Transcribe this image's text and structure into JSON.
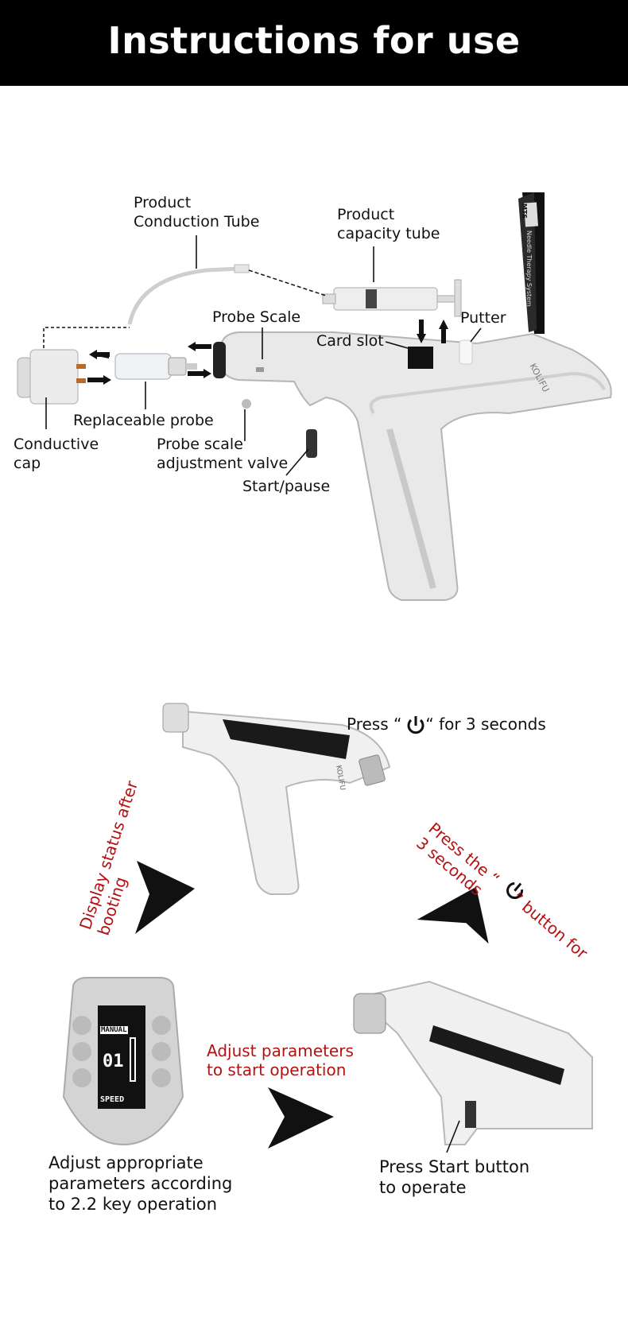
{
  "header": {
    "title": "Instructions for use"
  },
  "diagram1": {
    "labels": {
      "product_conduction_tube": [
        "Product",
        "Conduction Tube"
      ],
      "product_capacity_tube": [
        "Product",
        "capacity tube"
      ],
      "probe_scale": "Probe Scale",
      "putter": "Putter",
      "card_slot": "Card slot",
      "replaceable_probe": "Replaceable probe",
      "conductive_cap": [
        "Conductive",
        "cap"
      ],
      "probe_scale_adjustment_valve": [
        "Probe scale",
        "adjustment valve"
      ],
      "start_pause": "Start/pause"
    },
    "device_brand": "KOLIFU",
    "screen_text": "Needle Therapy System",
    "screen_badge": "MTS"
  },
  "diagram2": {
    "press_power": {
      "before": "Press “",
      "after": "“ for 3 seconds"
    },
    "display_status": [
      "Display status after",
      "booting"
    ],
    "press_button": [
      "Press the “",
      "” button for",
      "3 seconds"
    ],
    "adjust_params_red": [
      "Adjust parameters",
      "to start operation"
    ],
    "adjust_params_black": [
      "Adjust appropriate",
      "parameters according",
      "to 2.2 key operation"
    ],
    "press_start": [
      "Press Start button",
      "to operate"
    ],
    "lcd": {
      "mode": "MANUAL",
      "value": "01",
      "label": "SPEED"
    },
    "device_brand": "KOLIFU"
  }
}
